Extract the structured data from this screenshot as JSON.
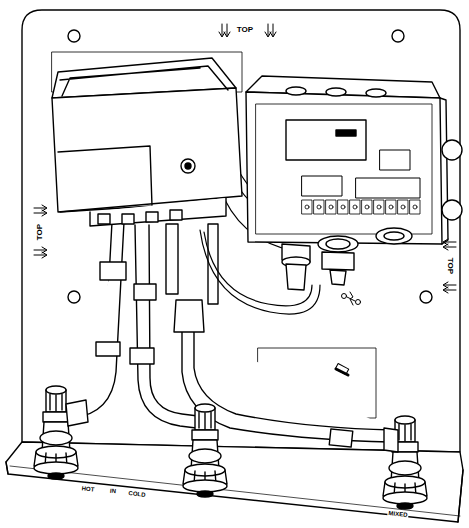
{
  "diagram": {
    "labels": [
      "TOP",
      "TOP",
      "TOP",
      "HOT",
      "IN",
      "COLD",
      "MIXED"
    ]
  }
}
